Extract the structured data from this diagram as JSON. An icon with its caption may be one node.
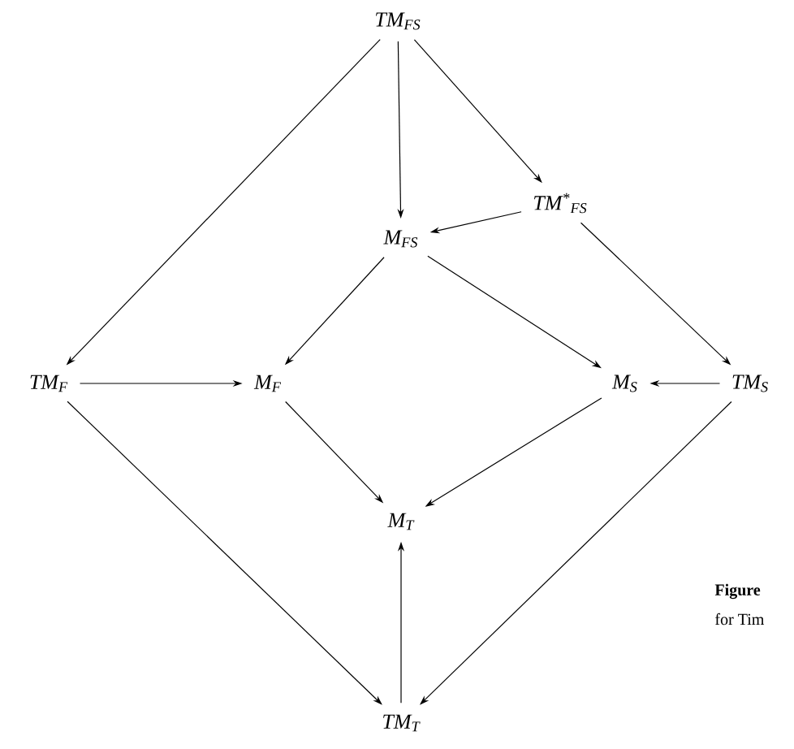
{
  "diagram": {
    "nodes": [
      {
        "text": [
          "TM$_{FS}$"
        ]
      },
      {
        "text": [
          "TM$^{*}$$_{FS}$"
        ]
      },
      {
        "text": [
          "M$_{FS}$"
        ]
      },
      {
        "text": [
          "TM$_{F}$"
        ]
      },
      {
        "text": [
          "M$_{F}$"
        ]
      },
      {
        "text": [
          "M$_{S}$"
        ]
      },
      {
        "text": [
          "TM$_{S}$"
        ]
      },
      {
        "text": [
          "M$_{T}$"
        ]
      },
      {
        "text": [
          "TM$_{T}$"
        ]
      }
    ],
    "edges": [
      {
        "from": 0,
        "to": 3,
        "arrow": "to"
      },
      {
        "from": 0,
        "to": 2,
        "arrow": "to"
      },
      {
        "from": 0,
        "to": 1,
        "arrow": "to"
      },
      {
        "from": 1,
        "to": 2,
        "arrow": "to"
      },
      {
        "from": 1,
        "to": 6,
        "arrow": "to"
      },
      {
        "from": 2,
        "to": 4,
        "arrow": "to"
      },
      {
        "from": 2,
        "to": 5,
        "arrow": "to"
      },
      {
        "from": 3,
        "to": 4,
        "arrow": "to"
      },
      {
        "from": 6,
        "to": 5,
        "arrow": "to"
      },
      {
        "from": 4,
        "to": 7,
        "arrow": "to"
      },
      {
        "from": 5,
        "to": 7,
        "arrow": "to"
      },
      {
        "from": 3,
        "to": 8,
        "arrow": "to"
      },
      {
        "from": 6,
        "to": 8,
        "arrow": "to"
      },
      {
        "from": 8,
        "to": 7,
        "arrow": "to"
      }
    ],
    "labels": [
      "Figure",
      "for Tim"
    ]
  }
}
